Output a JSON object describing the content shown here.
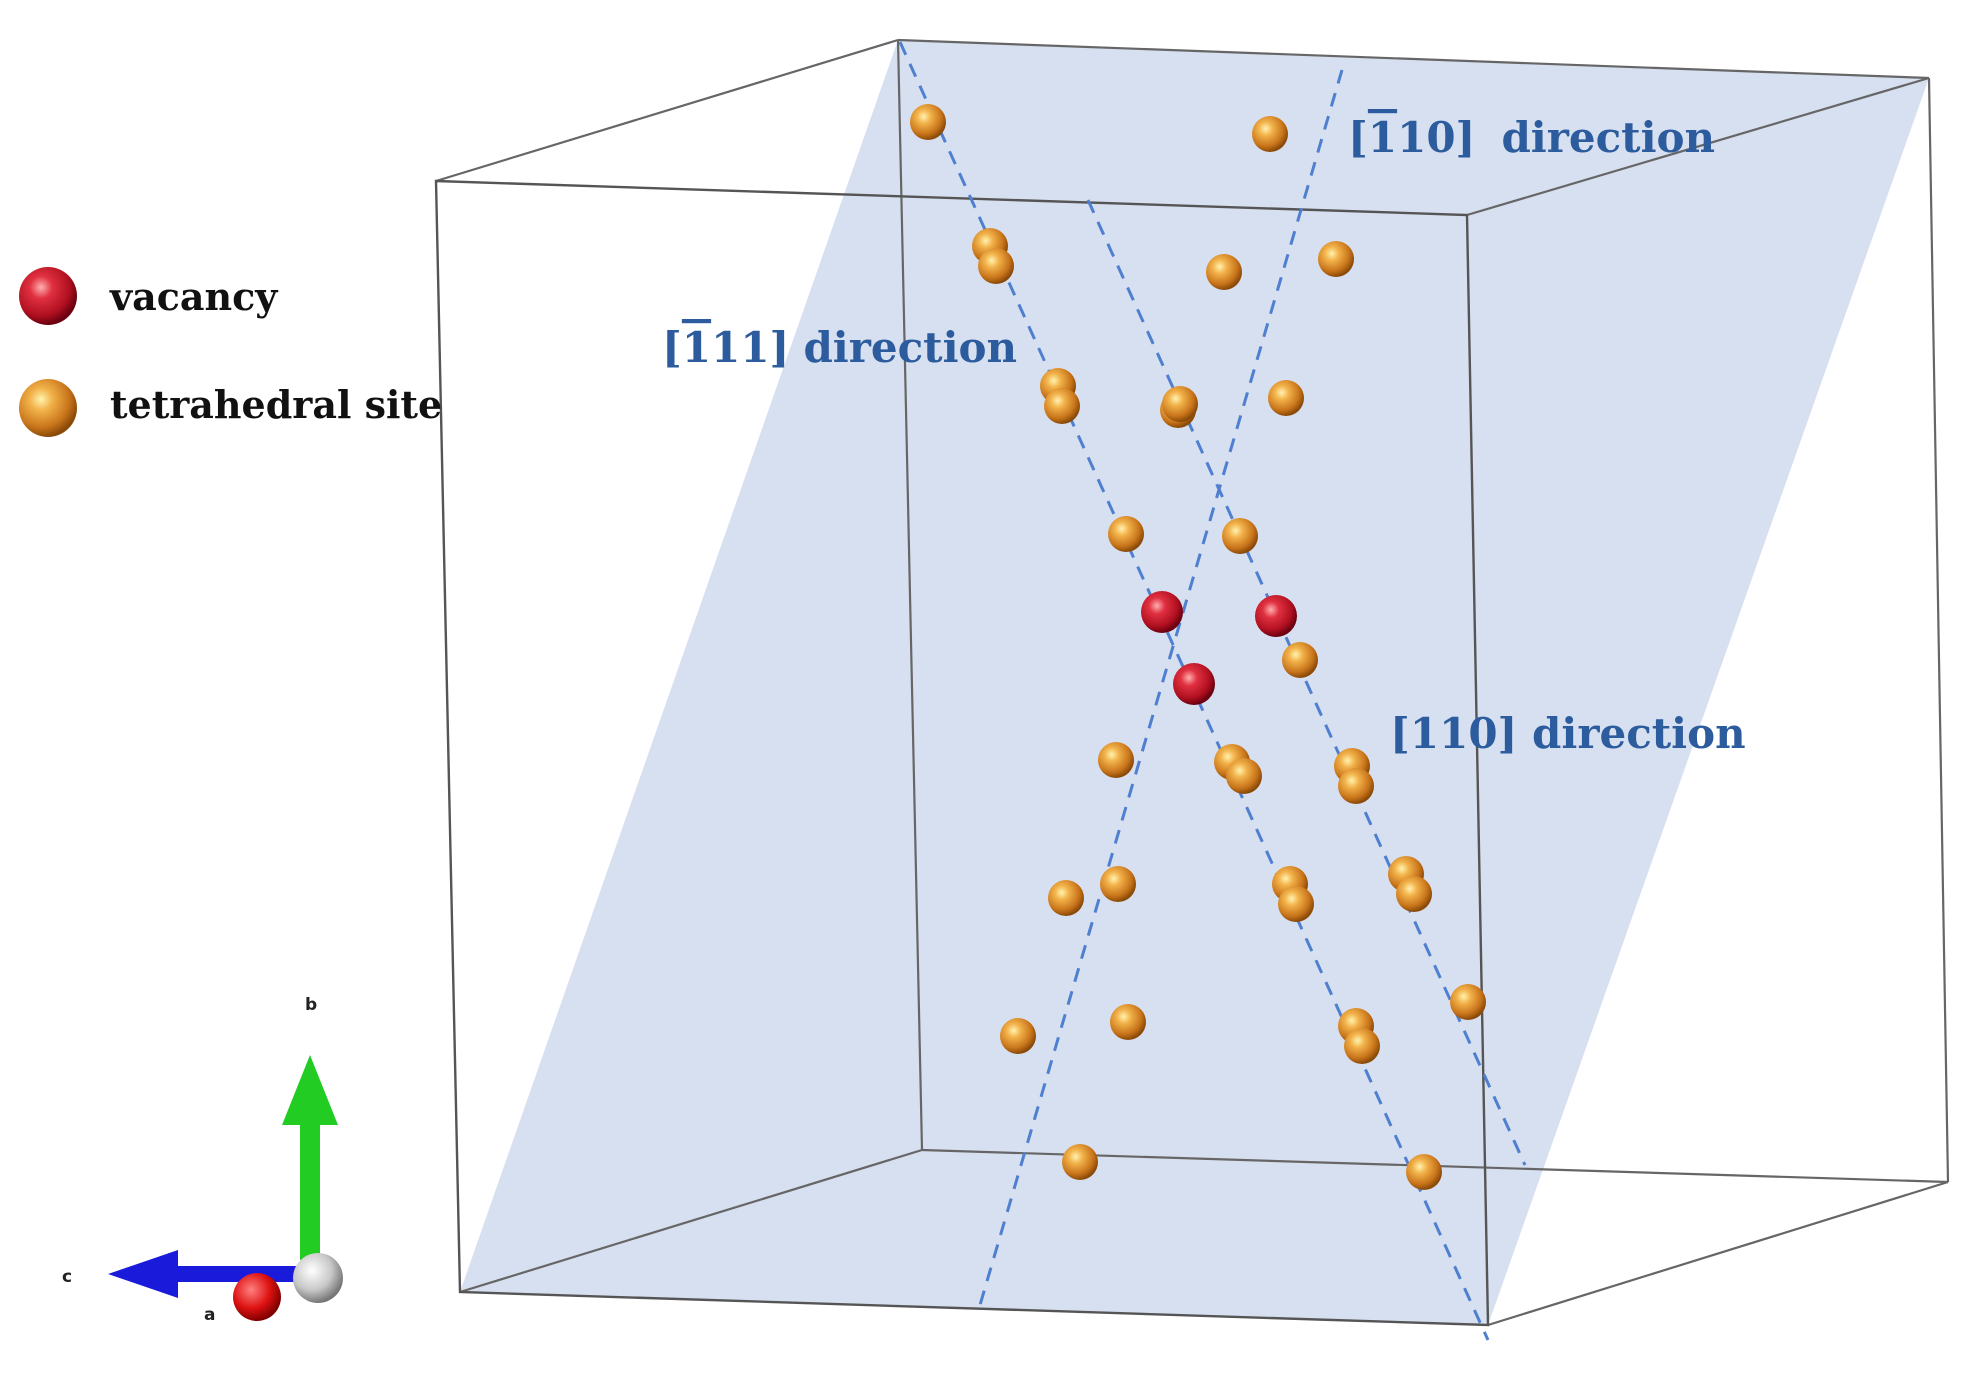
{
  "legend": {
    "vacancy": "vacancy",
    "tetrahedral": "tetrahedral site"
  },
  "directions": {
    "d_110bar": {
      "bracket_open": "[",
      "bar_digit": "1",
      "rest": "10]",
      "word": "direction"
    },
    "d_111bar": {
      "bracket_open": "[",
      "bar_digit": "1",
      "rest": "11]",
      "word": "direction"
    },
    "d_110": {
      "label": "[110] direction"
    }
  },
  "axes": {
    "a": "a",
    "b": "b",
    "c": "c"
  },
  "colors": {
    "plane_fill": "#c9d6ec",
    "dash": "#4f7fcf",
    "label_blue": "#2c5c9e",
    "vacancy": "#d4192a",
    "tetrahedral": "#e08a1c",
    "axis_b": "#22cc22",
    "axis_c": "#1a1adb",
    "axis_a": "#dd1111"
  },
  "sites": {
    "vacancy_count": 3,
    "tetrahedral_count": 34
  }
}
